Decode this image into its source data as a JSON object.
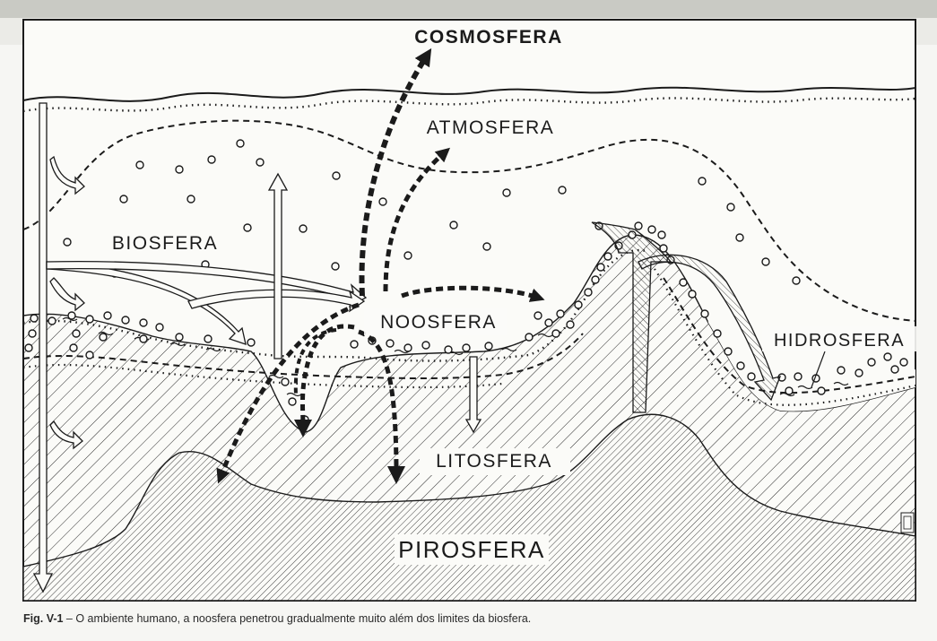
{
  "diagram": {
    "labels": {
      "cosmosfera": "COSMOSFERA",
      "atmosfera": "ATMOSFERA",
      "biosfera": "BIOSFERA",
      "noosfera": "NOOSFERA",
      "hidrosfera": "HIDROSFERA",
      "litosfera": "LITOSFERA",
      "pirosfera": "PIROSFERA"
    }
  },
  "caption": {
    "figure_number": "Fig. V-1",
    "text": " – O ambiente humano, a noosfera penetrou gradualmente muito além dos limites da biosfera."
  },
  "colors": {
    "ink": "#1b1b1b",
    "paper": "#f6f6f3",
    "top_strip": "#c9cac4"
  }
}
